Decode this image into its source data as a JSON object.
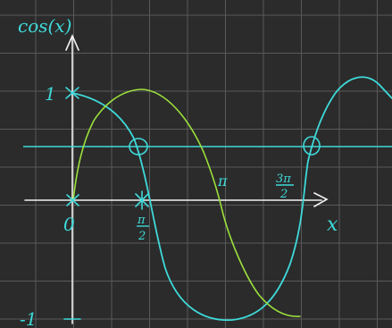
{
  "labels": {
    "function": "cos(x)",
    "y_one": "1",
    "y_minus_one": "-1",
    "origin": "0",
    "pi_over_2_num": "π",
    "pi_over_2_den": "2",
    "pi": "π",
    "three_pi_over_2_num": "3π",
    "three_pi_over_2_den": "2",
    "x_axis": "x"
  },
  "colors": {
    "background": "#2b2b2b",
    "grid": "#5a5a5a",
    "axis": "#f2f2f2",
    "cos_curve": "#3fd9d9",
    "sin_curve": "#9be03c",
    "text": "#3fd9d9"
  }
}
